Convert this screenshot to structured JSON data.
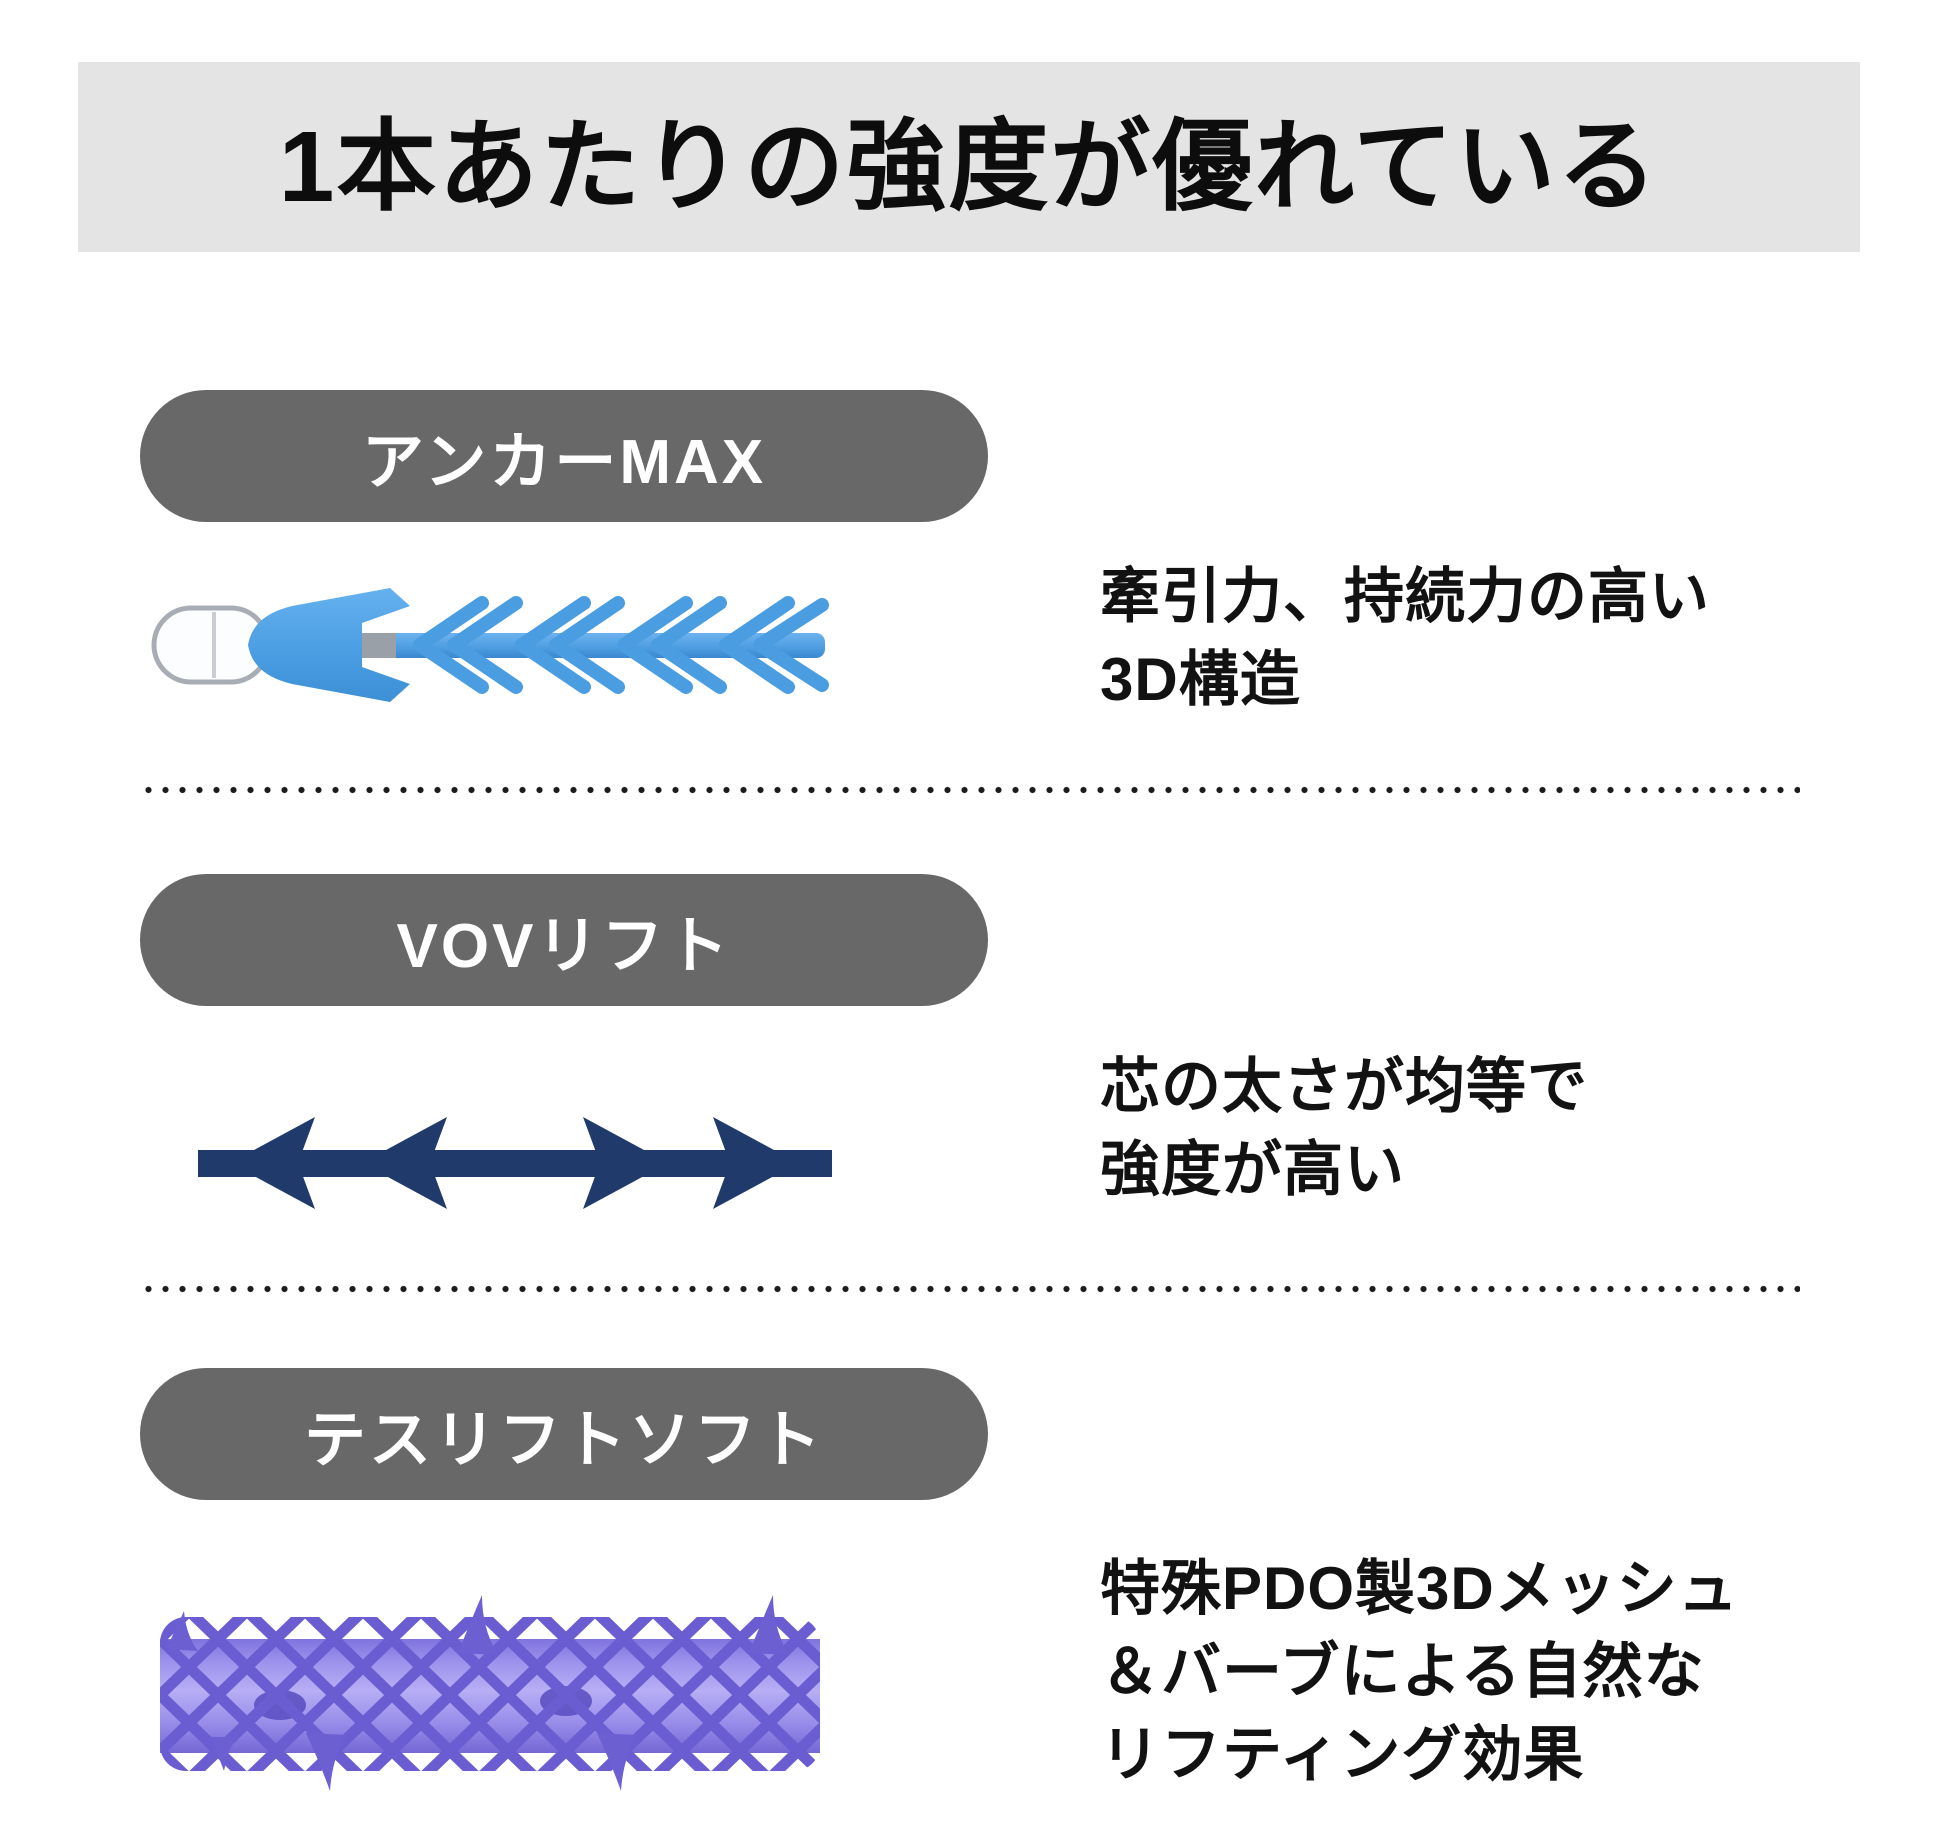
{
  "page": {
    "title": "1本あたりの強度が優れている"
  },
  "colors": {
    "banner_bg": "#e4e4e4",
    "pill_bg": "#686868",
    "pill_text": "#ffffff",
    "body_text": "#121212",
    "anchor_thread_blue": "#54a3e5",
    "vov_thread_navy": "#1f3a6b",
    "tess_mesh_purple": "#7d71dd"
  },
  "sections": [
    {
      "label": "アンカーMAX",
      "illustration": "anchor-max-3d-barbed-thread",
      "description": "牽引力、持続力の高い\n3D構造"
    },
    {
      "label": "VOVリフト",
      "illustration": "vov-double-arrow-thread",
      "description": "芯の太さが均等で\n強度が高い"
    },
    {
      "label": "テスリフトソフト",
      "illustration": "tess-lift-3d-mesh-barb-thread",
      "description": "特殊PDO製3Dメッシュ\n＆バーブによる自然な\nリフティング効果"
    }
  ]
}
